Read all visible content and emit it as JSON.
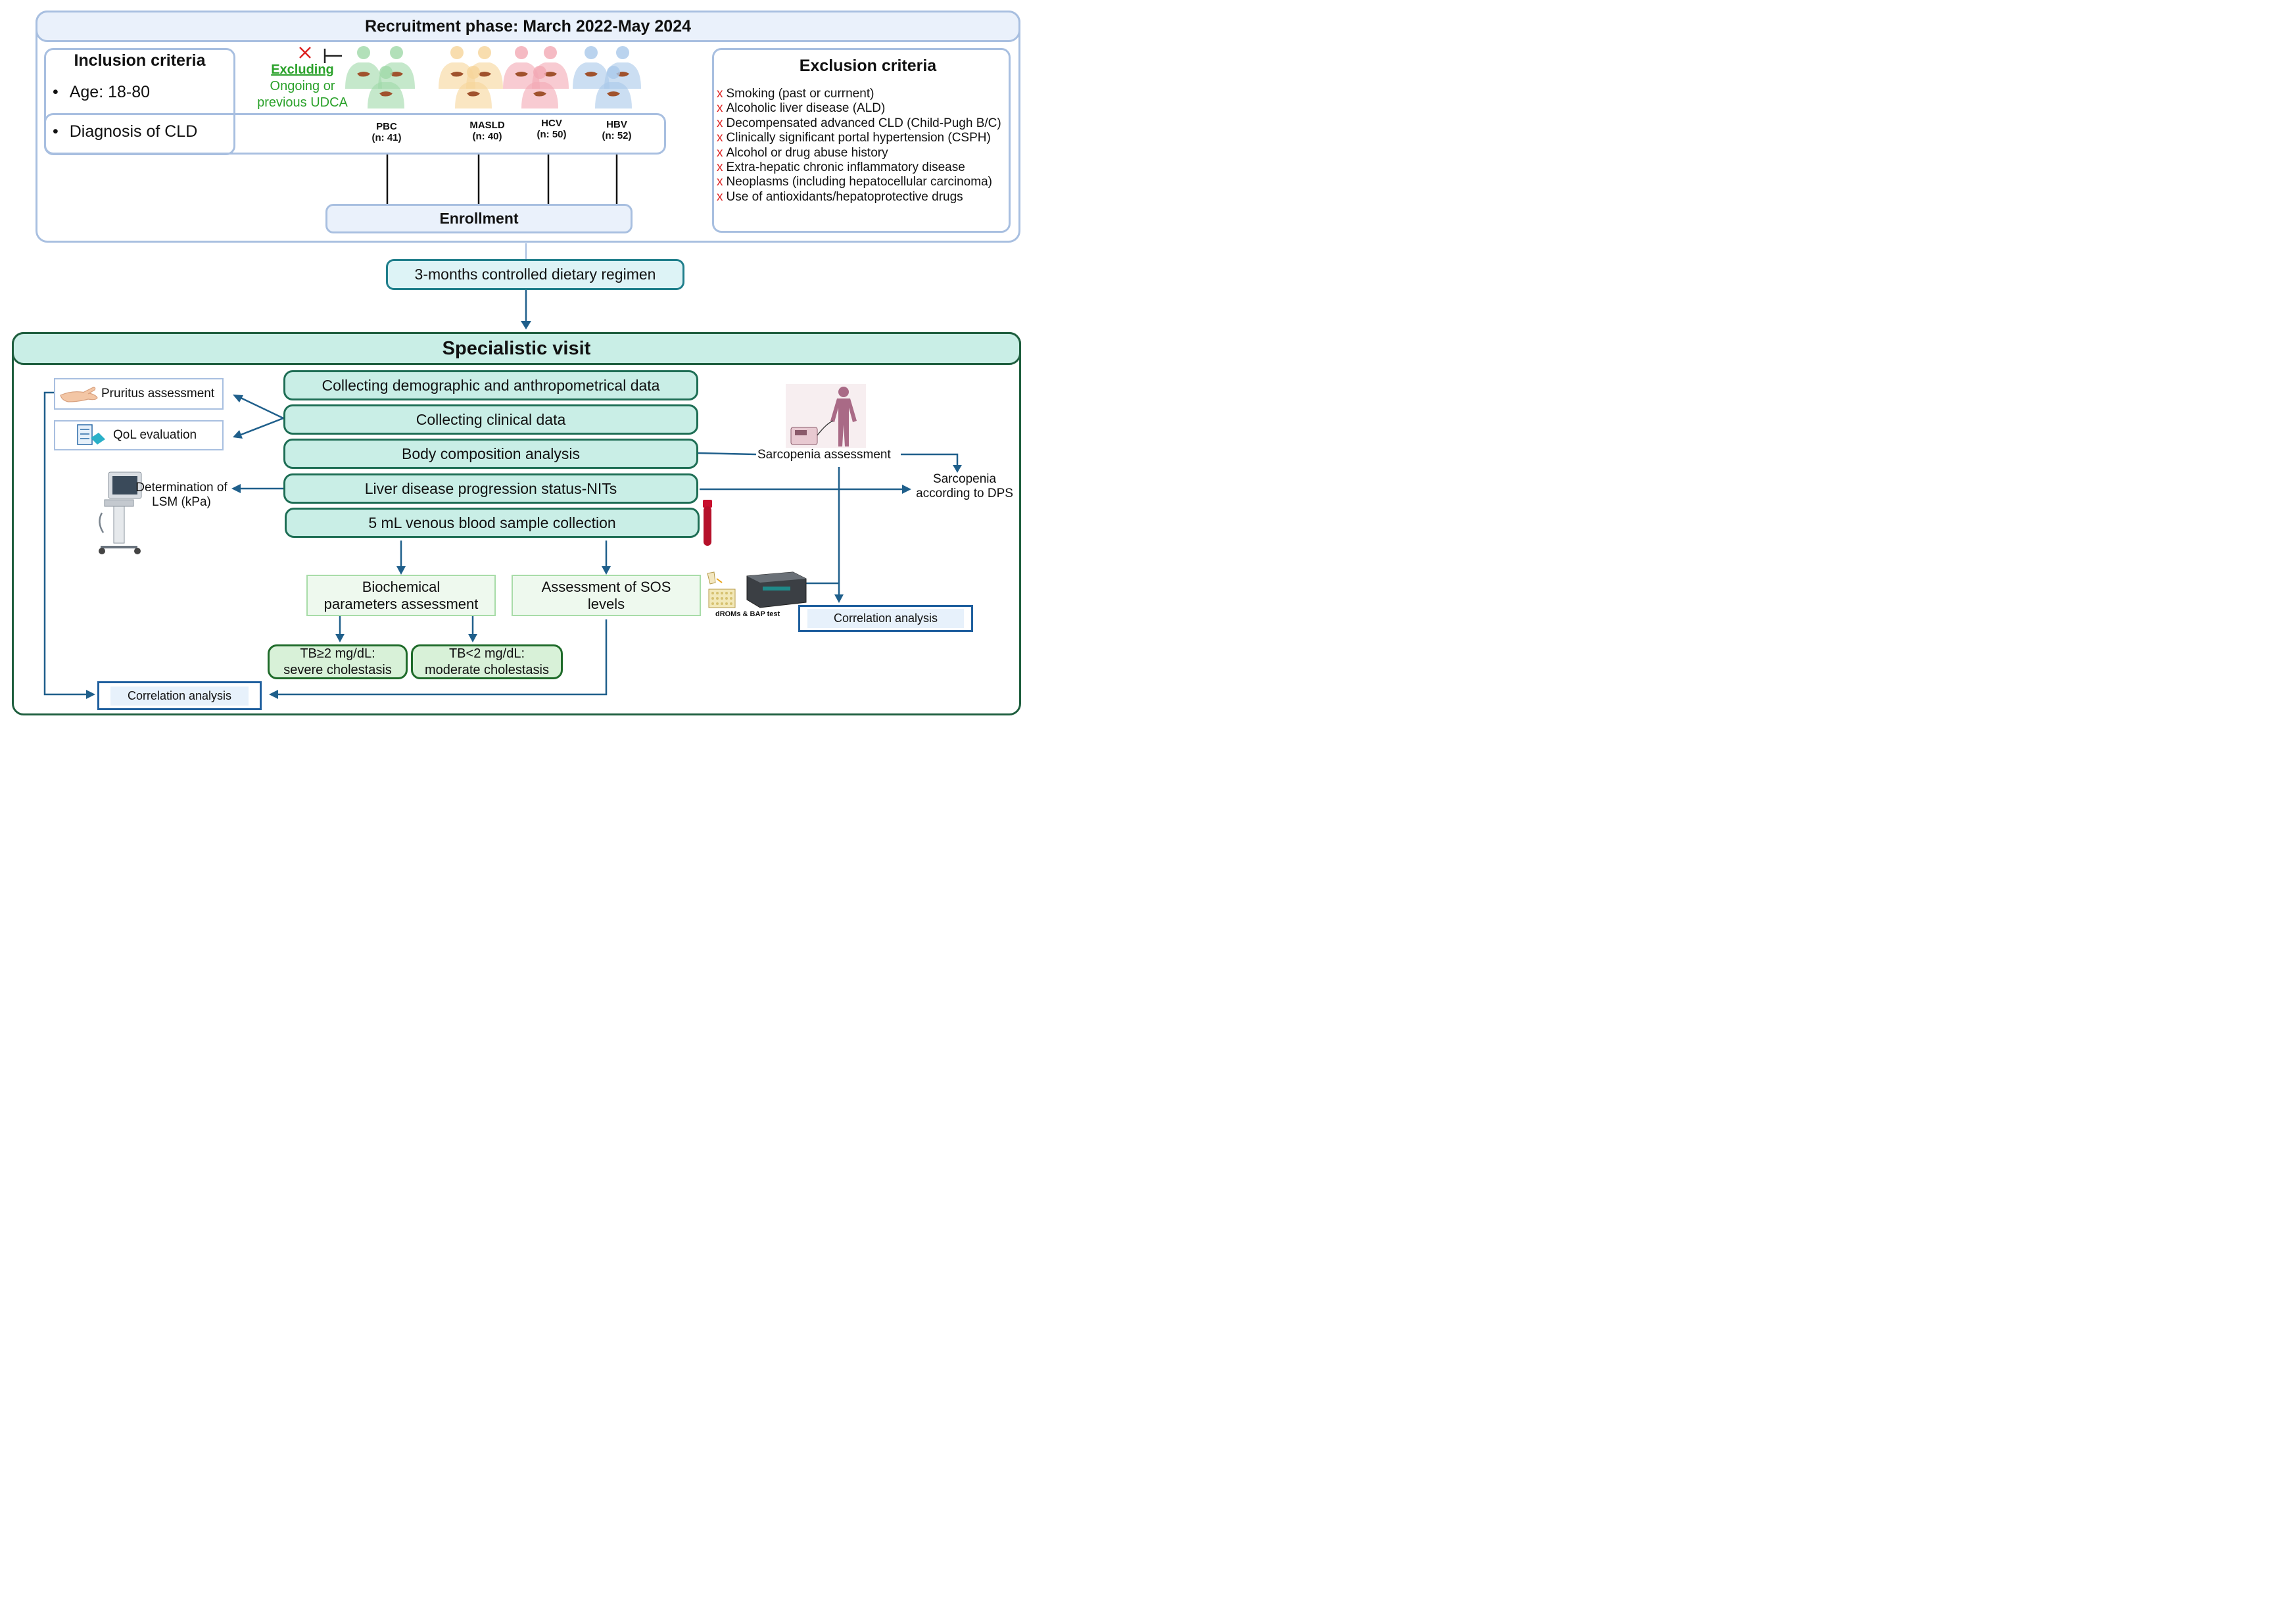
{
  "recruitment": {
    "title": "Recruitment phase: March 2022-May 2024"
  },
  "inclusion": {
    "title": "Inclusion criteria",
    "items": [
      "Age: 18-80",
      "Diagnosis of CLD"
    ]
  },
  "udca": {
    "heading": "Excluding",
    "line1": "Ongoing or",
    "line2": "previous UDCA"
  },
  "groups": [
    {
      "name": "PBC",
      "n": "(n: 41)",
      "color": "#9fd8a8"
    },
    {
      "name": "MASLD",
      "n": "(n: 40)",
      "color": "#f6d59a"
    },
    {
      "name": "HCV",
      "n": "(n: 50)",
      "color": "#f3a9b4"
    },
    {
      "name": "HBV",
      "n": "(n: 52)",
      "color": "#a9c8ea"
    }
  ],
  "enrollment": "Enrollment",
  "exclusion": {
    "title": "Exclusion criteria",
    "marker": "x",
    "items": [
      "Smoking (past or currnent)",
      "Alcoholic liver disease (ALD)",
      "Decompensated advanced CLD (Child-Pugh B/C)",
      "Clinically significant portal hypertension (CSPH)",
      "Alcohol or drug abuse history",
      "Extra-hepatic chronic inflammatory disease",
      "Neoplasms (including hepatocellular carcinoma)",
      "Use of antioxidants/hepatoprotective drugs"
    ]
  },
  "diet": "3-months controlled dietary regimen",
  "visit": {
    "title": "Specialistic visit",
    "steps": [
      "Collecting demographic and anthropometrical data",
      "Collecting clinical data",
      "Body composition analysis",
      "Liver disease progression status-NITs",
      "5 mL venous blood sample collection"
    ],
    "pruritus": "Pruritus assessment",
    "qol": "QoL evaluation",
    "lsm_line1": "Determination of",
    "lsm_line2": "LSM (kPa)",
    "sarcopenia_assessment": "Sarcopenia assessment",
    "sarcopenia_dps_line1": "Sarcopenia",
    "sarcopenia_dps_line2": "according to DPS",
    "biochem_line1": "Biochemical",
    "biochem_line2": "parameters assessment",
    "sos_line1": "Assessment of SOS",
    "sos_line2": "levels",
    "severe_line1": "TB≥2 mg/dL:",
    "severe_line2": "severe cholestasis",
    "moderate_line1": "TB<2 mg/dL:",
    "moderate_line2": "moderate cholestasis",
    "drom_label": "dROMs & BAP test",
    "correlation_right": "Correlation analysis",
    "correlation_left": "Correlation analysis"
  },
  "colors": {
    "panel_border": "#a8bfe0",
    "header_fill": "#eaf1fb",
    "dark_green": "#1e6e55",
    "arrow_blue": "#1f5f8b",
    "red_marker": "#dd2222",
    "excluding_green": "#2aa12a"
  }
}
